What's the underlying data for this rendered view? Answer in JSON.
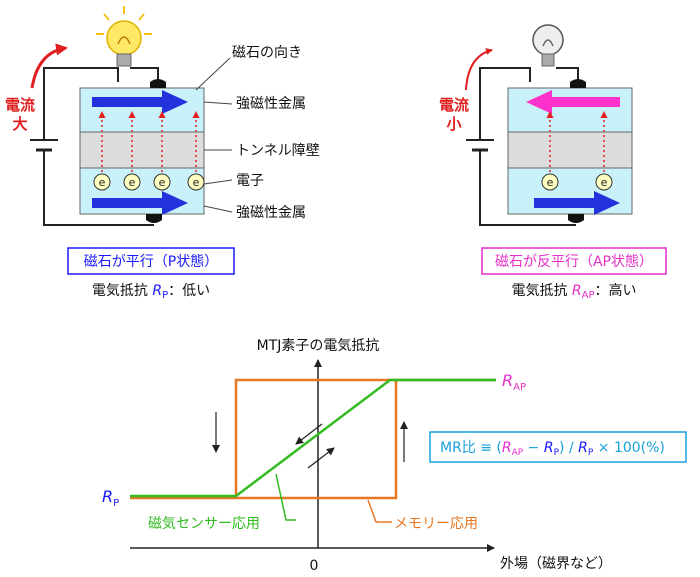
{
  "top_left": {
    "current_label_1": "電流",
    "current_label_2": "大",
    "annotation_magnet_direction": "磁石の向き",
    "annotation_ferromagnet_top": "強磁性金属",
    "annotation_tunnel_barrier": "トンネル障壁",
    "annotation_electron": "電子",
    "annotation_ferromagnet_bottom": "強磁性金属",
    "electron_symbol": "e",
    "state_label": "磁石が平行（P状態）",
    "resistance_prefix": "電気抵抗 ",
    "resistance_symbol": "R",
    "resistance_subscript": "P",
    "resistance_suffix": "：低い"
  },
  "top_right": {
    "current_label_1": "電流",
    "current_label_2": "小",
    "electron_symbol": "e",
    "state_label": "磁石が反平行（AP状態）",
    "resistance_prefix": "電気抵抗 ",
    "resistance_symbol": "R",
    "resistance_subscript": "AP",
    "resistance_suffix": "：高い"
  },
  "graph": {
    "y_axis_title": "MTJ素子の電気抵抗",
    "x_axis_title": "外場（磁界など）",
    "origin_label": "0",
    "high_label_symbol": "R",
    "high_label_subscript": "AP",
    "low_label_symbol": "R",
    "low_label_subscript": "P",
    "sensor_label": "磁気センサー応用",
    "memory_label": "メモリー応用",
    "formula": {
      "prefix": "MR比 ≡ (",
      "r_ap": "R",
      "r_ap_sub": "AP",
      "minus": " − ",
      "r_p": "R",
      "r_p_sub": "P",
      "mid": ") / ",
      "r_p2": "R",
      "r_p2_sub": "P",
      "suffix": " × 100(%)"
    }
  },
  "colors": {
    "cyan_layer": "#c9f1f9",
    "barrier": "#dcdcdc",
    "arrow_blue": "#2233dd",
    "arrow_magenta": "#ff33cc",
    "red": "#e02020",
    "orange_memory": "#e87722",
    "green_sensor": "#33bb22",
    "formula_cyan": "#1aa0d8",
    "rp_blue": "#1a1aff",
    "rap_magenta": "#e62fc8"
  }
}
